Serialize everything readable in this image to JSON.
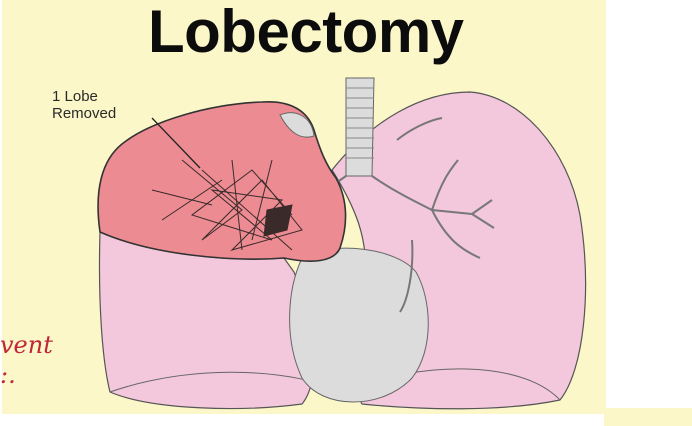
{
  "diagram": {
    "title": "Lobectomy",
    "callout_line1": "1 Lobe",
    "callout_line2": "Removed",
    "handwriting_line1": "vent",
    "handwriting_line2": ":.",
    "colors": {
      "background": "#fbf7c9",
      "removed_lobe": "#ec8b92",
      "lung": "#f3c8dc",
      "heart": "#dcdcdc",
      "handwriting": "#c0253a"
    }
  }
}
